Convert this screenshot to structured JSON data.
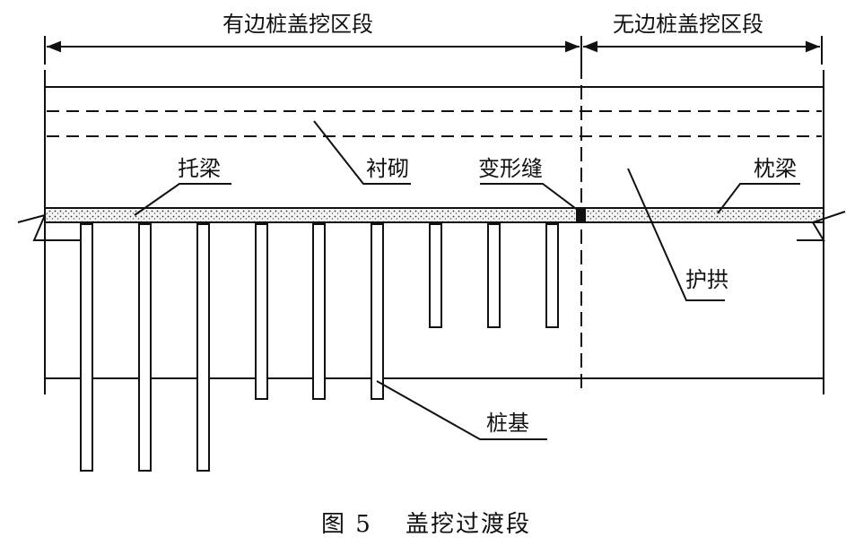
{
  "labels": {
    "section_with_piles": "有边桩盖挖区段",
    "section_without_piles": "无边桩盖挖区段",
    "lining": "衬砌",
    "transfer_beam": "托梁",
    "deformation_joint": "变形缝",
    "sleeper_beam": "枕梁",
    "protective_arch": "护拱",
    "pile_foundation": "桩基"
  },
  "caption": {
    "number": "图 5",
    "title": "盖挖过渡段"
  },
  "colors": {
    "line": "#111111",
    "background": "#ffffff",
    "beam_fill": "#f2f2f2"
  }
}
